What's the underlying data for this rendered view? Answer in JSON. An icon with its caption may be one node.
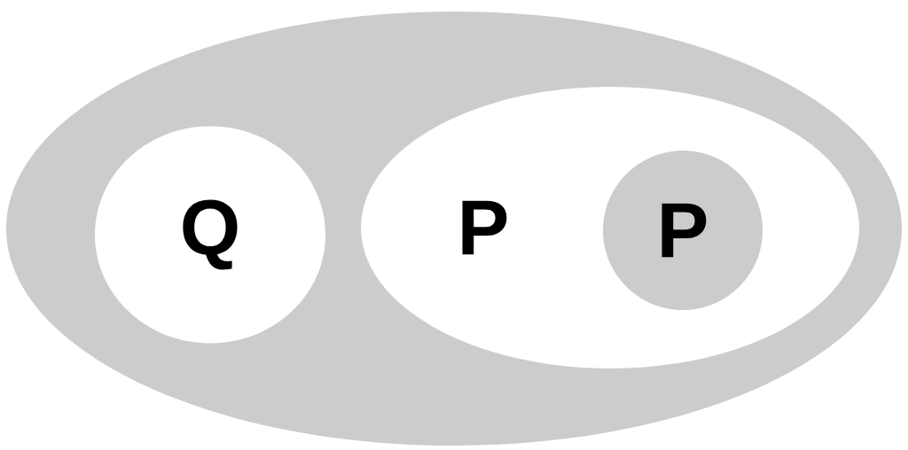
{
  "diagram": {
    "nodes": [
      {
        "text": [],
        "shape": "ellipse"
      },
      {
        "text": [
          "Q"
        ],
        "in": 0
      },
      {
        "text": [
          "P"
        ],
        "in": 0
      },
      {
        "text": [
          "P"
        ],
        "in": 2
      }
    ]
  }
}
